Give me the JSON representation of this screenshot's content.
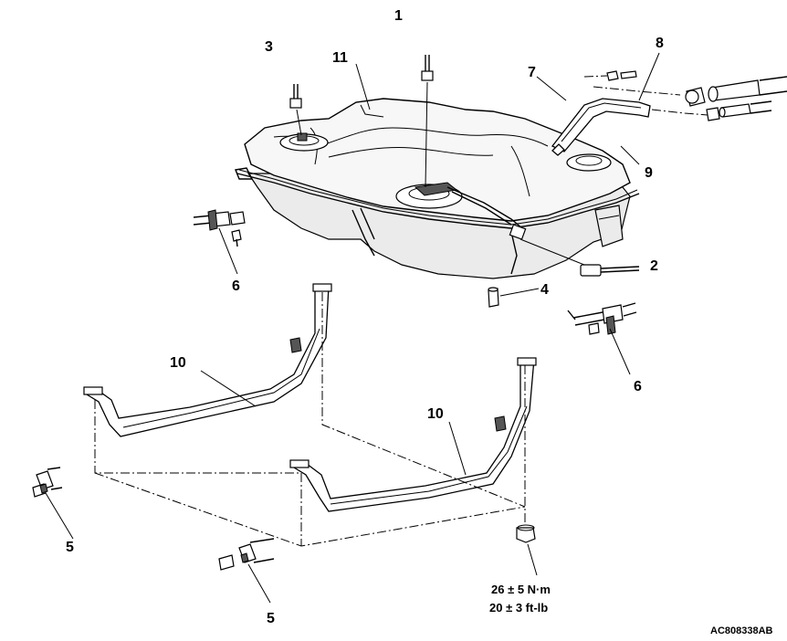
{
  "diagram": {
    "labels": {
      "l1": "1",
      "l2": "2",
      "l3": "3",
      "l4": "4",
      "l5a": "5",
      "l5b": "5",
      "l6a": "6",
      "l6b": "6",
      "l7": "7",
      "l8": "8",
      "l9": "9",
      "l10a": "10",
      "l10b": "10",
      "l11": "11"
    },
    "torque": {
      "nm": "26 ± 5 N·m",
      "ftlb": "20 ± 3 ft-lb"
    },
    "figure_code": "AC808338AB"
  }
}
